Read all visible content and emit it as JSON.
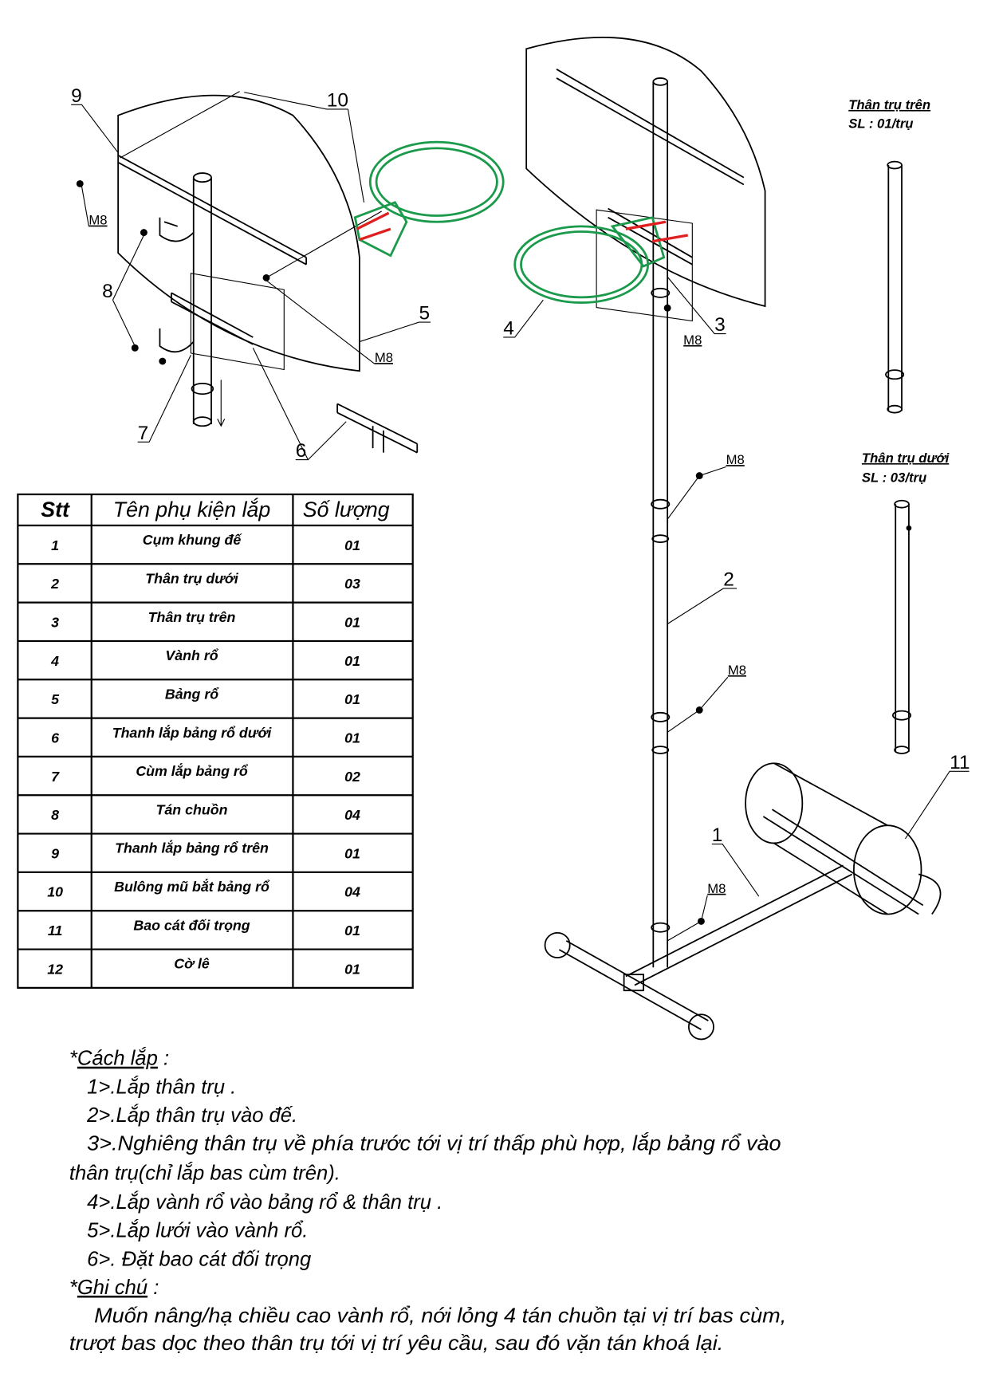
{
  "callouts": [
    "1",
    "2",
    "3",
    "4",
    "5",
    "6",
    "7",
    "8",
    "9",
    "10",
    "11"
  ],
  "bolt_label": "M8",
  "side_parts": [
    {
      "title": "Thân trụ trên",
      "qty": "SL : 01/trụ"
    },
    {
      "title": "Thân trụ dưới",
      "qty": "SL : 03/trụ"
    }
  ],
  "table": {
    "headers": [
      "Stt",
      "Tên phụ kiện lắp",
      "Số lượng"
    ],
    "rows": [
      [
        "1",
        "Cụm khung đế",
        "01"
      ],
      [
        "2",
        "Thân trụ dưới",
        "03"
      ],
      [
        "3",
        "Thân trụ trên",
        "01"
      ],
      [
        "4",
        "Vành rổ",
        "01"
      ],
      [
        "5",
        "Bảng rổ",
        "01"
      ],
      [
        "6",
        "Thanh lắp bảng rổ dưới",
        "01"
      ],
      [
        "7",
        "Cùm lắp bảng rổ",
        "02"
      ],
      [
        "8",
        "Tán chuồn",
        "04"
      ],
      [
        "9",
        "Thanh lắp bảng rổ trên",
        "01"
      ],
      [
        "10",
        "Bulông mũ bắt bảng rổ",
        "04"
      ],
      [
        "11",
        "Bao cát đối trọng",
        "01"
      ],
      [
        "12",
        "Cờ lê",
        "01"
      ]
    ]
  },
  "instructions": {
    "heading": "Cách lắp",
    "steps": [
      "1>.Lắp thân trụ .",
      "2>.Lắp thân trụ vào đế.",
      "3>.Nghiêng thân trụ về phía trước tới vị trí thấp phù hợp, lắp bảng rổ vào",
      "thân trụ(chỉ lắp bas cùm trên).",
      "4>.Lắp vành rổ vào bảng rổ & thân trụ .",
      "5>.Lắp lưới vào vành rổ.",
      "6>. Đặt bao cát đối trọng"
    ],
    "note_heading": "Ghi chú",
    "note_lines": [
      "Muốn nâng/hạ chiều cao vành rổ, nới lỏng 4 tán chuồn tại vị trí bas cùm,",
      "trượt bas dọc theo thân trụ tới vị trí yêu cầu, sau đó vặn tán khoá lại."
    ]
  },
  "colors": {
    "rim": "#1a9a4a",
    "bolt": "#e02020"
  }
}
